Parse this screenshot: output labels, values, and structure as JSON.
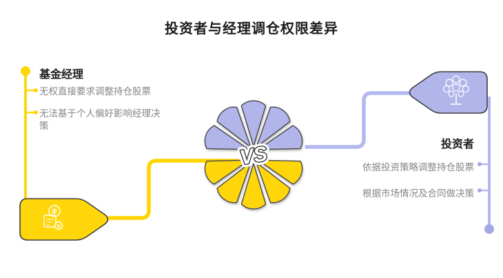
{
  "title": "投资者与经理调仓权限差异",
  "center": {
    "vs_label": "VS"
  },
  "left": {
    "heading": "基金经理",
    "items": [
      "无权直接要求调整持仓股票",
      "无法基于个人偏好影响经理决策"
    ],
    "icon": "invoice-money-icon"
  },
  "right": {
    "heading": "投资者",
    "items": [
      "依据投资策略调整持仓股票",
      "根据市场情况及合同做决策"
    ],
    "icon": "money-tree-icon"
  },
  "colors": {
    "yellow": "#FFD60A",
    "yellow_line": "#FFD400",
    "purple": "#B1B5EA",
    "purple_line": "#B4B8EE",
    "purple_dot": "#A3A9E5",
    "outline": "#46464C",
    "heading_text": "#1B1B1B",
    "body_text": "#868686",
    "icon_stroke": "#FFFFFF"
  }
}
